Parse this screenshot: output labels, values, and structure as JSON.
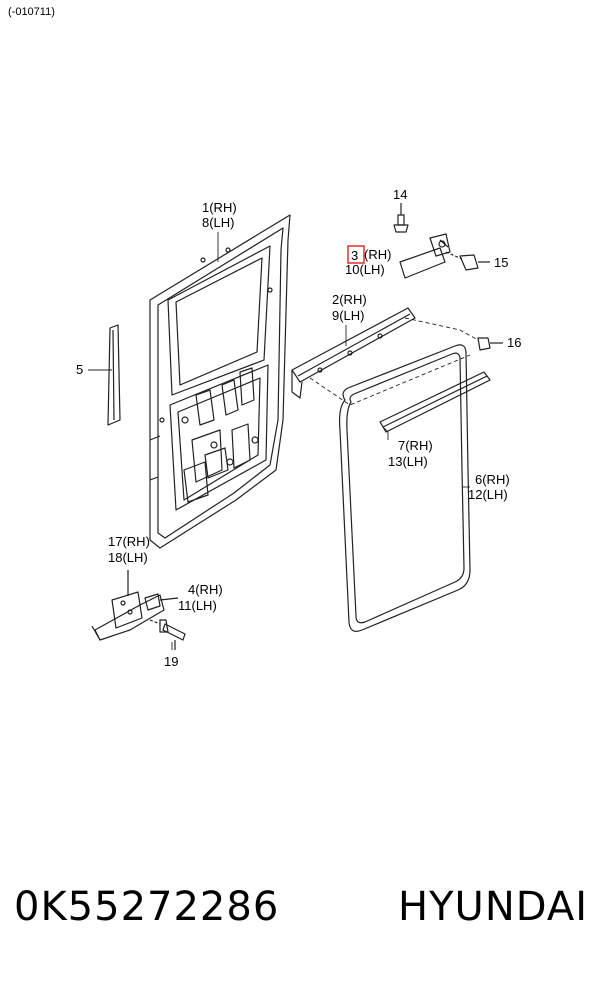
{
  "header": {
    "note": "(-010711)"
  },
  "callouts": {
    "c1": "1(RH)",
    "c8": "8(LH)",
    "c14": "14",
    "c3_num": "3",
    "c3_rh": "(RH)",
    "c10": "10(LH)",
    "c15": "15",
    "c2": "2(RH)",
    "c9": "9(LH)",
    "c16": "16",
    "c5": "5",
    "c7": "7(RH)",
    "c13": "13(LH)",
    "c6": "6(RH)",
    "c12": "12(LH)",
    "c17": "17(RH)",
    "c18": "18(LH)",
    "c4": "4(RH)",
    "c11": "11(LH)",
    "c19": "19"
  },
  "highlight": {
    "callout": "3",
    "color": "#e03030"
  },
  "footer": {
    "part_number": "0K55272286",
    "brand": "HYUNDAI"
  }
}
